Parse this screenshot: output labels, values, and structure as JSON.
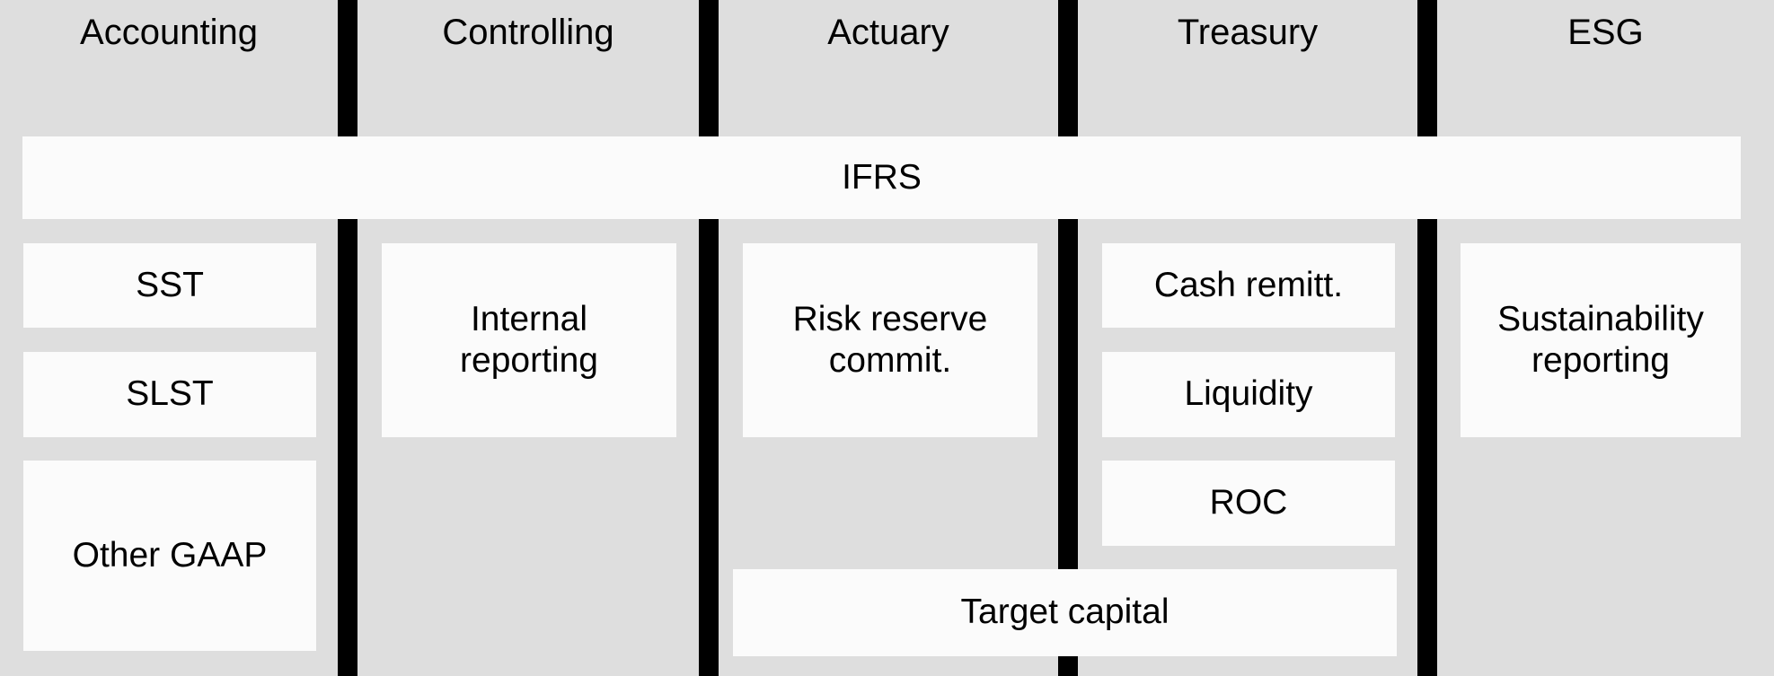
{
  "diagram": {
    "background_color": "#dedede",
    "box_color": "#fbfbfb",
    "divider_color": "#000000",
    "columns": [
      {
        "id": "accounting",
        "label": "Accounting"
      },
      {
        "id": "controlling",
        "label": "Controlling"
      },
      {
        "id": "actuary",
        "label": "Actuary"
      },
      {
        "id": "treasury",
        "label": "Treasury"
      },
      {
        "id": "esg",
        "label": "ESG"
      }
    ],
    "full_width_band": {
      "id": "ifrs",
      "label": "IFRS"
    },
    "boxes": [
      {
        "id": "sst",
        "column": "accounting",
        "label": "SST"
      },
      {
        "id": "slst",
        "column": "accounting",
        "label": "SLST"
      },
      {
        "id": "other-gaap",
        "column": "accounting",
        "label": "Other GAAP"
      },
      {
        "id": "internal-reporting",
        "column": "controlling",
        "label": "Internal reporting"
      },
      {
        "id": "risk-reserve-commit",
        "column": "actuary",
        "label": "Risk reserve commit."
      },
      {
        "id": "cash-remitt",
        "column": "treasury",
        "label": "Cash remitt."
      },
      {
        "id": "liquidity",
        "column": "treasury",
        "label": "Liquidity"
      },
      {
        "id": "roc",
        "column": "treasury",
        "label": "ROC"
      },
      {
        "id": "sustainability-reporting",
        "column": "esg",
        "label": "Sustainability reporting"
      }
    ],
    "spanning_boxes": [
      {
        "id": "target-capital",
        "label": "Target capital",
        "spans": [
          "actuary",
          "treasury"
        ]
      }
    ]
  }
}
